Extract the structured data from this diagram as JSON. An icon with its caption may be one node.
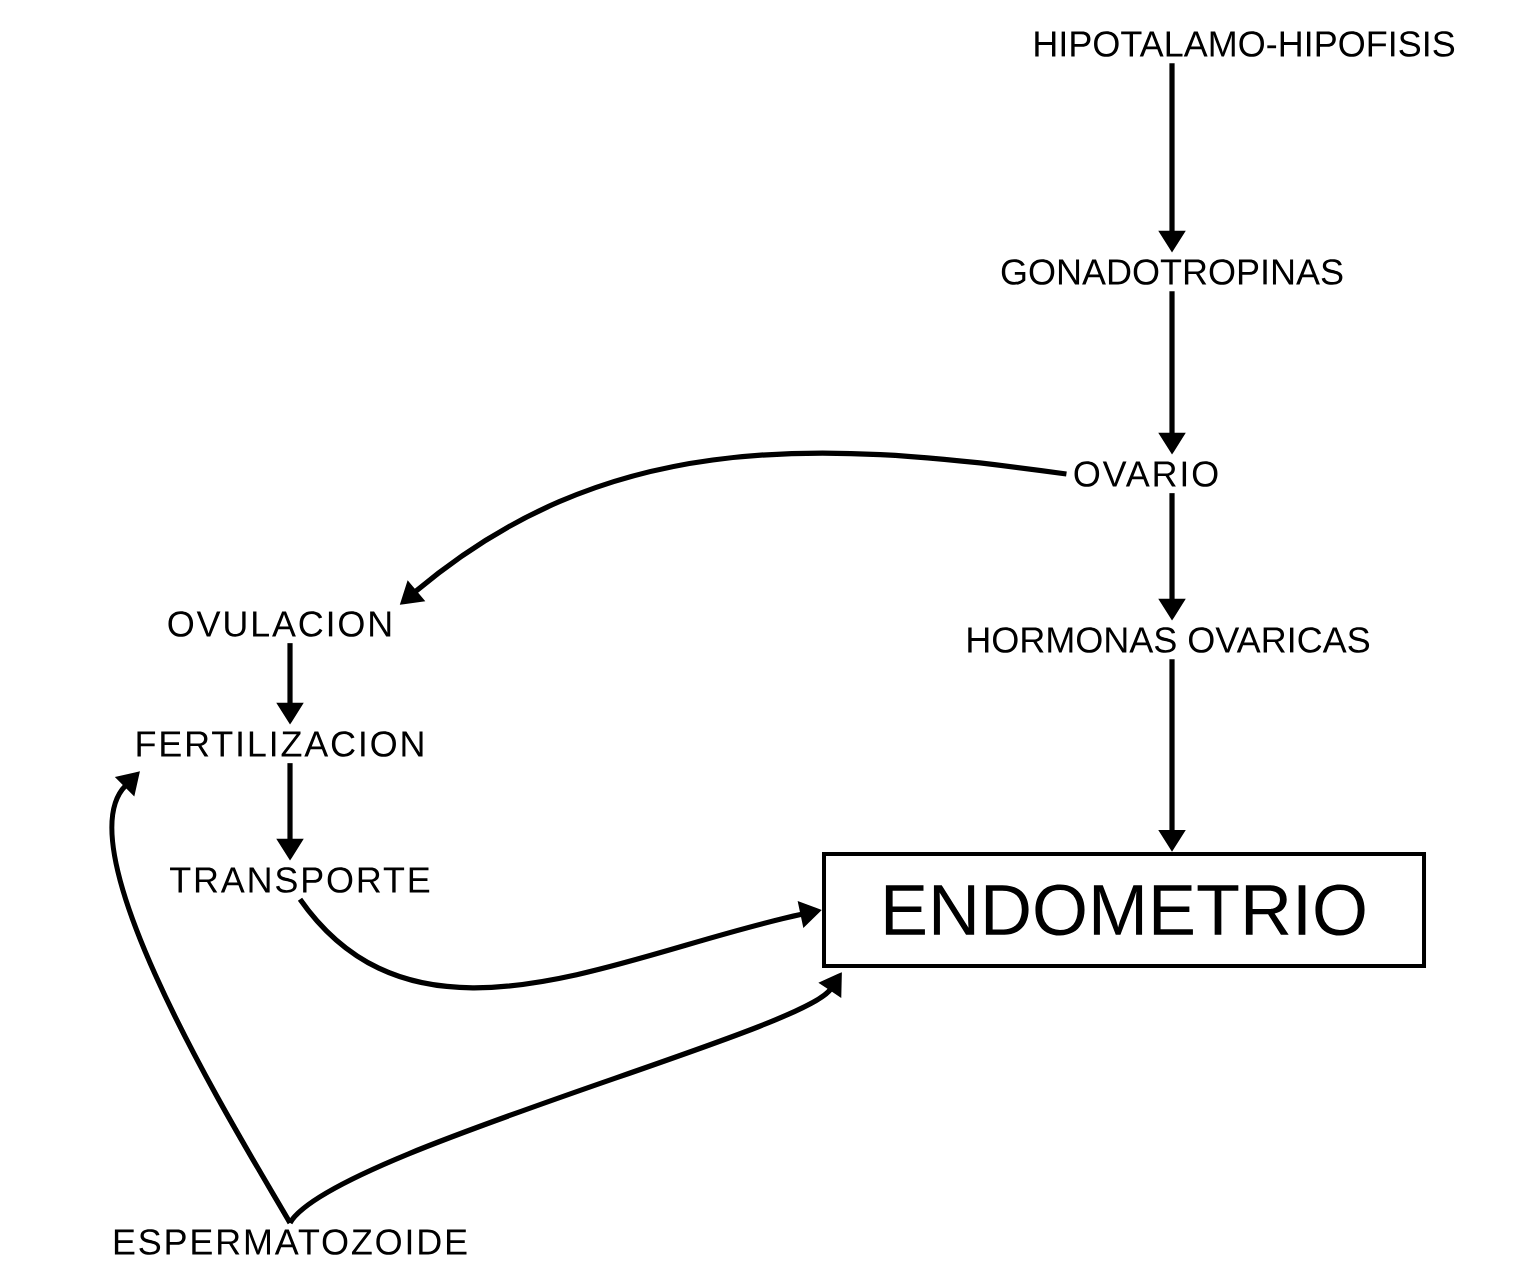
{
  "diagram": {
    "nodes": [
      {
        "text": [
          "HIPOTALAMO-HIPOFISIS"
        ]
      },
      {
        "text": [
          "GONADOTROPINAS"
        ]
      },
      {
        "text": [
          "OVARIO"
        ]
      },
      {
        "text": [
          "OVULACION"
        ]
      },
      {
        "text": [
          "HORMONAS OVARICAS"
        ]
      },
      {
        "text": [
          "FERTILIZACION"
        ]
      },
      {
        "text": [
          "TRANSPORTE"
        ]
      },
      {
        "text": [
          "ENDOMETRIO"
        ]
      },
      {
        "text": [
          "ESPERMATOZOIDE"
        ]
      }
    ],
    "edges": [
      {
        "from": 0,
        "to": 1,
        "arrow": "to"
      },
      {
        "from": 1,
        "to": 2,
        "arrow": "to"
      },
      {
        "from": 2,
        "to": 3,
        "arrow": "to"
      },
      {
        "from": 2,
        "to": 4,
        "arrow": "to"
      },
      {
        "from": 4,
        "to": 7,
        "arrow": "to"
      },
      {
        "from": 3,
        "to": 5,
        "arrow": "to"
      },
      {
        "from": 5,
        "to": 6,
        "arrow": "to"
      },
      {
        "from": 6,
        "to": 7,
        "arrow": "to"
      },
      {
        "from": 8,
        "to": 5,
        "arrow": "to"
      },
      {
        "from": 8,
        "to": 7,
        "arrow": "to"
      }
    ]
  }
}
